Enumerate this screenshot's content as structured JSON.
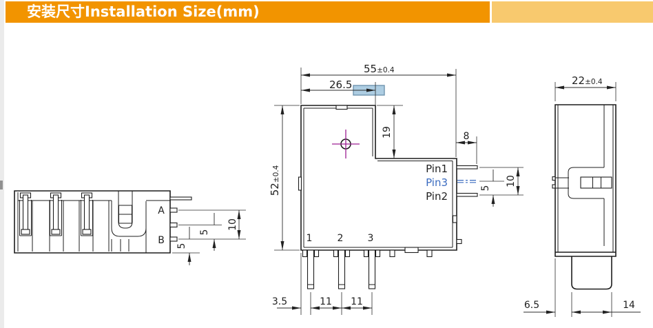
{
  "header": {
    "title": "安装尺寸Installation Size(mm)"
  },
  "colors": {
    "bar_primary": "#F29400",
    "bar_secondary": "#F8C96E",
    "line": "#1c1c1c",
    "pin3_blue": "#3A6BC0",
    "crosshair_magenta": "#9C1D92",
    "highlight_fill": "#ADCDE2",
    "highlight_border": "#6F94AE"
  },
  "front_view": {
    "width": {
      "value": "55",
      "tol": "±0.4"
    },
    "hole_offset": "26.5",
    "height": {
      "value": "52",
      "tol": "±0.4"
    },
    "step_depth": "19",
    "side_pin_length": "8",
    "side_pin_gap": "5",
    "side_pin_span": "10",
    "pin_labels": [
      "Pin1",
      "Pin3",
      "Pin2"
    ],
    "terminal_numbers": [
      "1",
      "2",
      "3"
    ],
    "bottom_pin_offset": "3.5",
    "bottom_pin_pitch_a": "11",
    "bottom_pin_pitch_b": "11"
  },
  "left_view": {
    "terminal_a": "A",
    "terminal_b": "B",
    "pin_b_to_edge": "5",
    "pin_mid_to_b": "5",
    "pin_a_to_b": "10"
  },
  "right_view": {
    "width": {
      "value": "22",
      "tol": "±0.4"
    },
    "foot_offset": "6.5",
    "foot_width": "14"
  }
}
